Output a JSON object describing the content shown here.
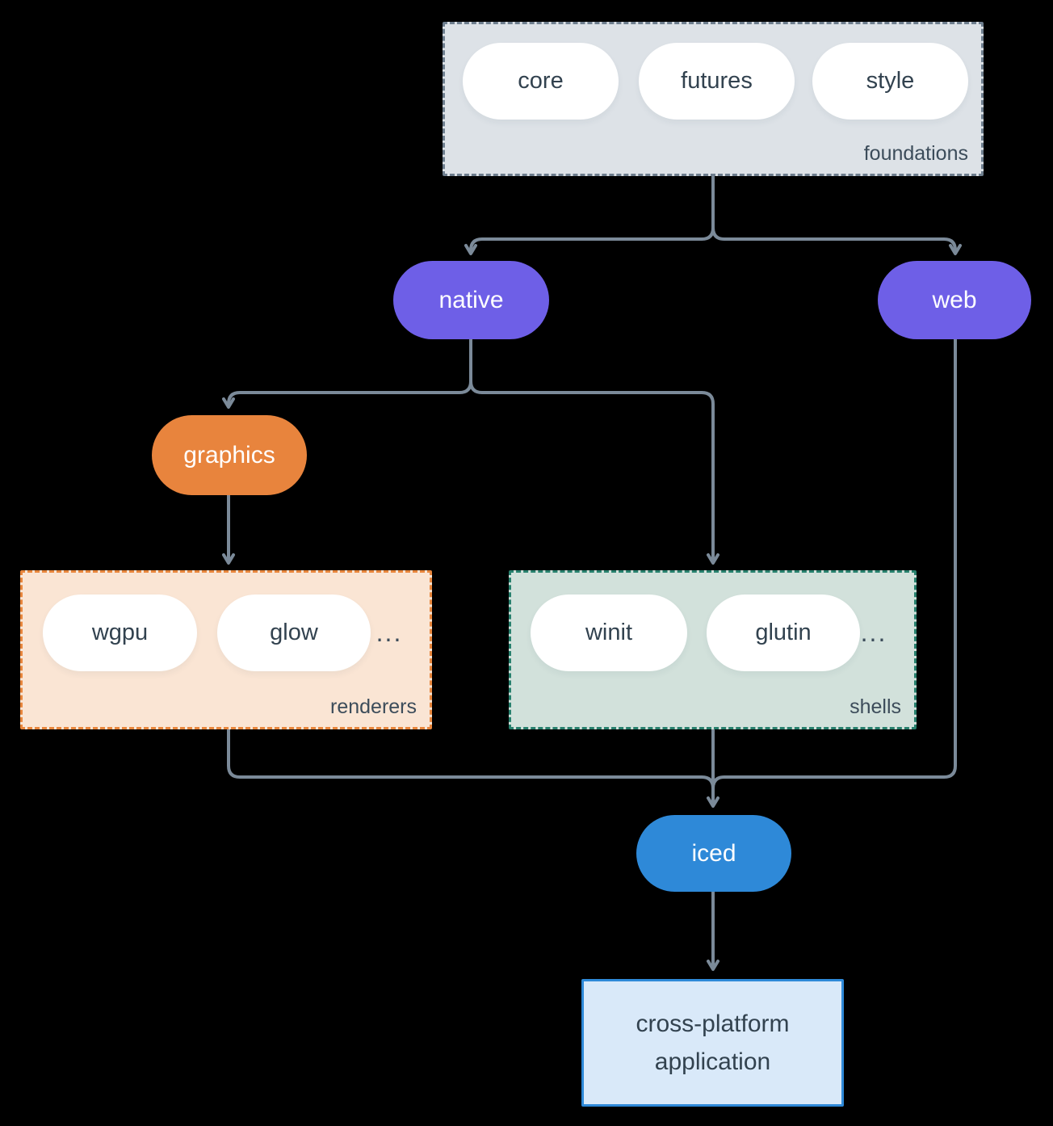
{
  "diagram": {
    "foundations": {
      "label": "foundations",
      "items": [
        "core",
        "futures",
        "style"
      ]
    },
    "native": {
      "label": "native"
    },
    "web": {
      "label": "web"
    },
    "graphics": {
      "label": "graphics"
    },
    "renderers": {
      "label": "renderers",
      "items": [
        "wgpu",
        "glow"
      ],
      "ellipsis": "..."
    },
    "shells": {
      "label": "shells",
      "items": [
        "winit",
        "glutin"
      ],
      "ellipsis": "..."
    },
    "iced": {
      "label": "iced"
    },
    "application": {
      "line1": "cross-platform",
      "line2": "application"
    }
  },
  "colors": {
    "background": "#000000",
    "arrow": "#7b8a99",
    "purple_node": "#6e5fe7",
    "orange_node": "#e8843d",
    "blue_node": "#2e89d8",
    "foundations_bg": "#dde2e7",
    "foundations_border": "#6e7e8e",
    "renderers_bg": "#fae5d4",
    "renderers_border": "#e8863c",
    "shells_bg": "#d2e1db",
    "shells_border": "#27806d",
    "pill_bg": "#ffffff",
    "dark_text": "#32424f",
    "application_bg": "#d9e9f9",
    "application_border": "#2e89d8"
  }
}
